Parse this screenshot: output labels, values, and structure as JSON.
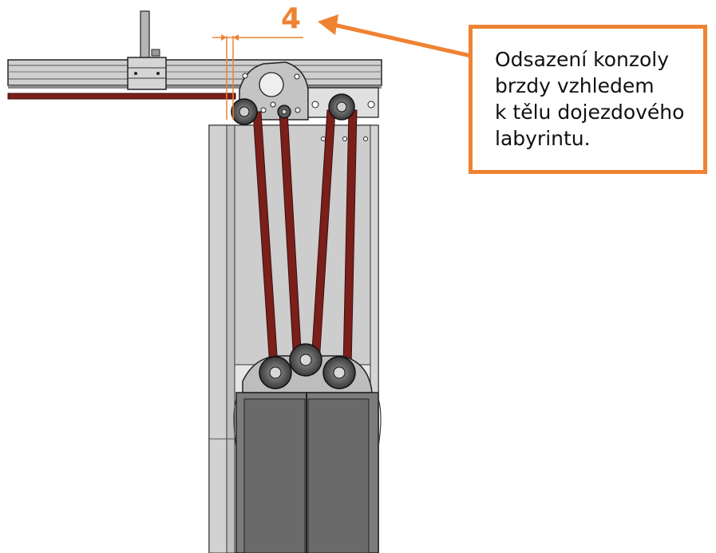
{
  "dimension": {
    "label": "4"
  },
  "callout": {
    "lines": [
      "Odsazení konzoly",
      "brzdy vzhledem",
      "k tělu dojezdového",
      "labyrintu."
    ]
  },
  "colors": {
    "accent": "#ee8333",
    "belt": "#7a1f1a",
    "steel_light": "#dcdcdc",
    "steel_mid": "#bdbdbd",
    "steel_dark": "#6f6f6f",
    "outline": "#222222"
  }
}
